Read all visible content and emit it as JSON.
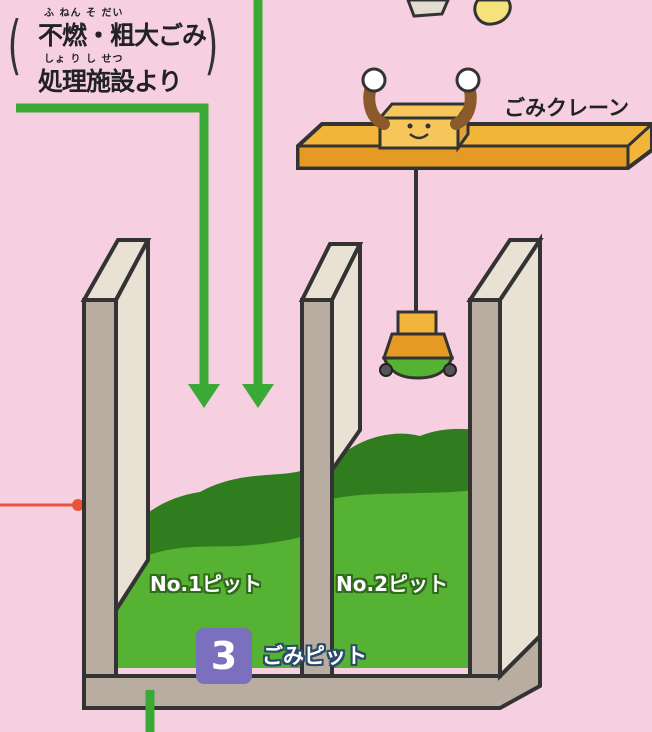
{
  "source": {
    "ruby_line1": "ふ ねん  そ だい",
    "line1": "不燃・粗大ごみ",
    "ruby_line2": "しょ り  し せつ",
    "line2": "処理施設より",
    "paren_open": "(",
    "paren_close": ")"
  },
  "crane": {
    "label": "ごみクレーン"
  },
  "pits": [
    {
      "label": "No.1ピット"
    },
    {
      "label": "No.2ピット"
    }
  ],
  "section": {
    "number": "3",
    "title": "ごみピット"
  },
  "colors": {
    "background": "#f6cfe0",
    "arrow_green": "#3aa935",
    "garbage_dark": "#2f7d1f",
    "garbage_light": "#56b233",
    "wall_face": "#e9e1d3",
    "wall_side": "#b8ada0",
    "crane_beam": "#f3b43a",
    "feed_line": "#e8533c",
    "badge": "#7b70bd"
  }
}
